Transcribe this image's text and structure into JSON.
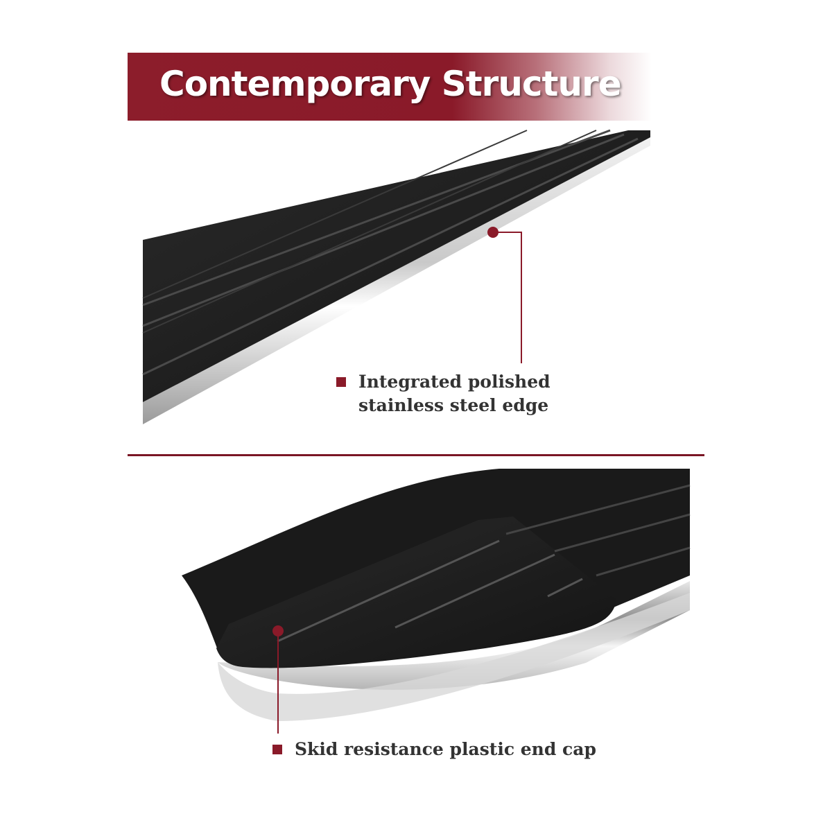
{
  "banner": {
    "title": "Contemporary Structure",
    "colors": {
      "primary": "#8a1a29",
      "fade": "#ffffff"
    }
  },
  "callouts": [
    {
      "label": "Integrated polished stainless steel edge"
    },
    {
      "label": "Skid resistance plastic end cap"
    }
  ],
  "accent_color": "#8a1a29",
  "illustrations": [
    {
      "name": "running-board-side-view"
    },
    {
      "name": "running-board-end-cap-view"
    }
  ]
}
